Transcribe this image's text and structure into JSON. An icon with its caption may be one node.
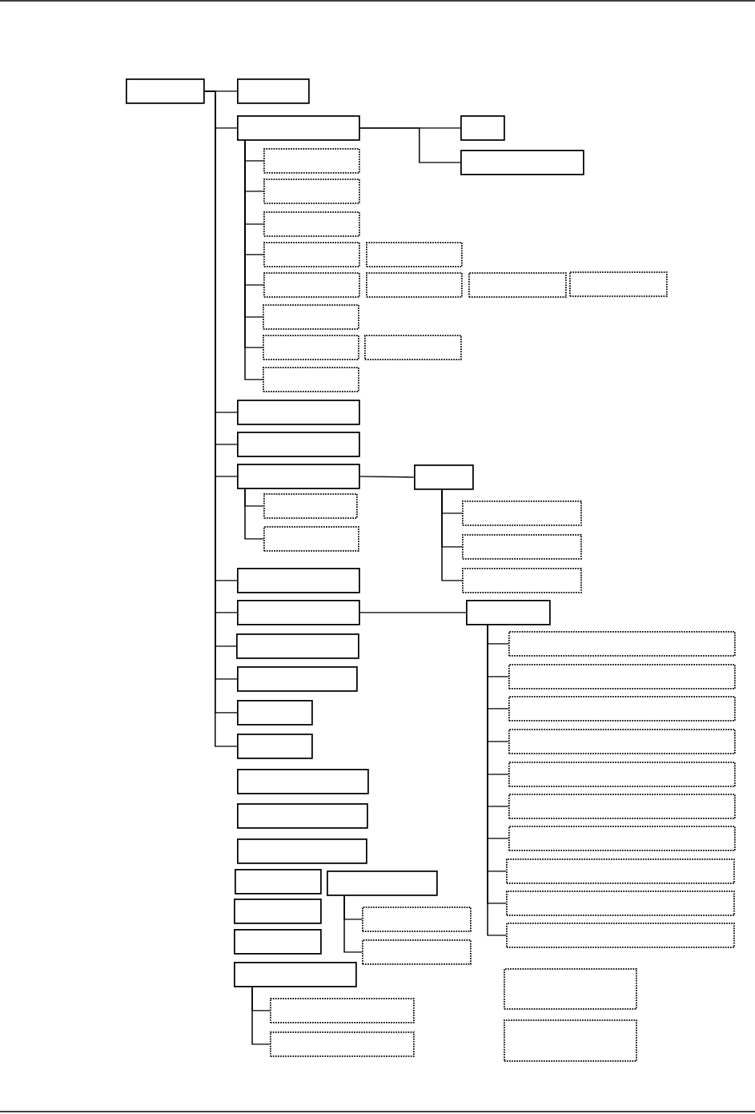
{
  "diagram": {
    "nodes": [
      {
        "text": [],
        "shape": "box"
      },
      {
        "text": [],
        "shape": "box"
      },
      {
        "text": [],
        "shape": "box"
      },
      {
        "text": [],
        "shape": "box"
      },
      {
        "text": [],
        "shape": "box"
      },
      {
        "text": [],
        "shape": "box"
      },
      {
        "text": [],
        "shape": "box"
      },
      {
        "text": [],
        "shape": "box"
      },
      {
        "text": [],
        "shape": "box"
      },
      {
        "text": [],
        "shape": "box"
      },
      {
        "text": [],
        "shape": "box"
      },
      {
        "text": [],
        "shape": "box"
      },
      {
        "text": [],
        "shape": "box"
      },
      {
        "text": [],
        "shape": "box"
      },
      {
        "text": [],
        "shape": "box"
      },
      {
        "text": [],
        "shape": "box"
      },
      {
        "text": [],
        "shape": "box"
      },
      {
        "text": [],
        "shape": "box"
      },
      {
        "text": [],
        "shape": "box"
      },
      {
        "text": [],
        "shape": "box"
      },
      {
        "text": [],
        "shape": "box"
      },
      {
        "text": [],
        "shape": "box"
      },
      {
        "text": [],
        "shape": "box"
      },
      {
        "text": [],
        "shape": "box"
      },
      {
        "text": [],
        "shape": "box"
      },
      {
        "text": [],
        "shape": "box"
      },
      {
        "text": [],
        "shape": "box"
      },
      {
        "text": [],
        "shape": "box"
      },
      {
        "text": [],
        "shape": "box"
      },
      {
        "text": [],
        "shape": "box"
      },
      {
        "text": [],
        "shape": "box"
      },
      {
        "text": [],
        "shape": "box"
      },
      {
        "text": [],
        "shape": "box"
      },
      {
        "text": [],
        "shape": "box"
      },
      {
        "text": [],
        "shape": "box"
      },
      {
        "text": [],
        "shape": "box"
      },
      {
        "text": [],
        "shape": "box"
      },
      {
        "text": [],
        "shape": "box"
      },
      {
        "text": [],
        "shape": "box"
      },
      {
        "text": [],
        "shape": "box"
      },
      {
        "text": [],
        "shape": "box"
      },
      {
        "text": [],
        "shape": "box"
      },
      {
        "text": [],
        "shape": "box"
      },
      {
        "text": [],
        "shape": "box"
      },
      {
        "text": [],
        "shape": "box"
      },
      {
        "text": [],
        "shape": "box"
      },
      {
        "text": [],
        "shape": "box"
      },
      {
        "text": [],
        "shape": "box"
      },
      {
        "text": [],
        "shape": "box"
      },
      {
        "text": [],
        "shape": "box"
      },
      {
        "text": [],
        "shape": "box"
      },
      {
        "text": [],
        "shape": "box"
      },
      {
        "text": [],
        "shape": "box"
      },
      {
        "text": [],
        "shape": "box"
      },
      {
        "text": [],
        "shape": "box"
      },
      {
        "text": [],
        "shape": "box"
      },
      {
        "text": [],
        "shape": "box"
      },
      {
        "text": [],
        "shape": "box"
      }
    ],
    "edges": [
      {
        "from": 0,
        "to": 1,
        "arrow": "none"
      },
      {
        "from": 0,
        "to": 2,
        "arrow": "none"
      },
      {
        "from": 0,
        "to": 18,
        "arrow": "none"
      },
      {
        "from": 0,
        "to": 19,
        "arrow": "none"
      },
      {
        "from": 0,
        "to": 20,
        "arrow": "none"
      },
      {
        "from": 0,
        "to": 27,
        "arrow": "none"
      },
      {
        "from": 0,
        "to": 28,
        "arrow": "none"
      },
      {
        "from": 0,
        "to": 40,
        "arrow": "none"
      },
      {
        "from": 0,
        "to": 41,
        "arrow": "none"
      },
      {
        "from": 0,
        "to": 42,
        "arrow": "none"
      },
      {
        "from": 0,
        "to": 43,
        "arrow": "none"
      },
      {
        "from": 2,
        "to": 3,
        "arrow": "none"
      },
      {
        "from": 2,
        "to": 4,
        "arrow": "none"
      },
      {
        "from": 2,
        "to": 5,
        "arrow": "none"
      },
      {
        "from": 2,
        "to": 6,
        "arrow": "none"
      },
      {
        "from": 2,
        "to": 7,
        "arrow": "none"
      },
      {
        "from": 2,
        "to": 8,
        "arrow": "none"
      },
      {
        "from": 2,
        "to": 9,
        "arrow": "none"
      },
      {
        "from": 2,
        "to": 10,
        "arrow": "none"
      },
      {
        "from": 2,
        "to": 11,
        "arrow": "none"
      },
      {
        "from": 2,
        "to": 12,
        "arrow": "none"
      },
      {
        "from": 20,
        "to": 21,
        "arrow": "none"
      },
      {
        "from": 20,
        "to": 22,
        "arrow": "none"
      },
      {
        "from": 20,
        "to": 23,
        "arrow": "none"
      },
      {
        "from": 21,
        "to": 24,
        "arrow": "none"
      },
      {
        "from": 21,
        "to": 25,
        "arrow": "none"
      },
      {
        "from": 21,
        "to": 26,
        "arrow": "none"
      },
      {
        "from": 28,
        "to": 29,
        "arrow": "none"
      },
      {
        "from": 29,
        "to": 30,
        "arrow": "none"
      },
      {
        "from": 29,
        "to": 31,
        "arrow": "none"
      },
      {
        "from": 29,
        "to": 32,
        "arrow": "none"
      },
      {
        "from": 29,
        "to": 33,
        "arrow": "none"
      },
      {
        "from": 29,
        "to": 34,
        "arrow": "none"
      },
      {
        "from": 29,
        "to": 35,
        "arrow": "none"
      },
      {
        "from": 29,
        "to": 36,
        "arrow": "none"
      },
      {
        "from": 29,
        "to": 37,
        "arrow": "none"
      },
      {
        "from": 29,
        "to": 38,
        "arrow": "none"
      },
      {
        "from": 29,
        "to": 39,
        "arrow": "none"
      },
      {
        "from": 48,
        "to": 49,
        "arrow": "none"
      },
      {
        "from": 48,
        "to": 51,
        "arrow": "none"
      },
      {
        "from": 53,
        "to": 55,
        "arrow": "none"
      },
      {
        "from": 53,
        "to": 57,
        "arrow": "none"
      }
    ]
  }
}
